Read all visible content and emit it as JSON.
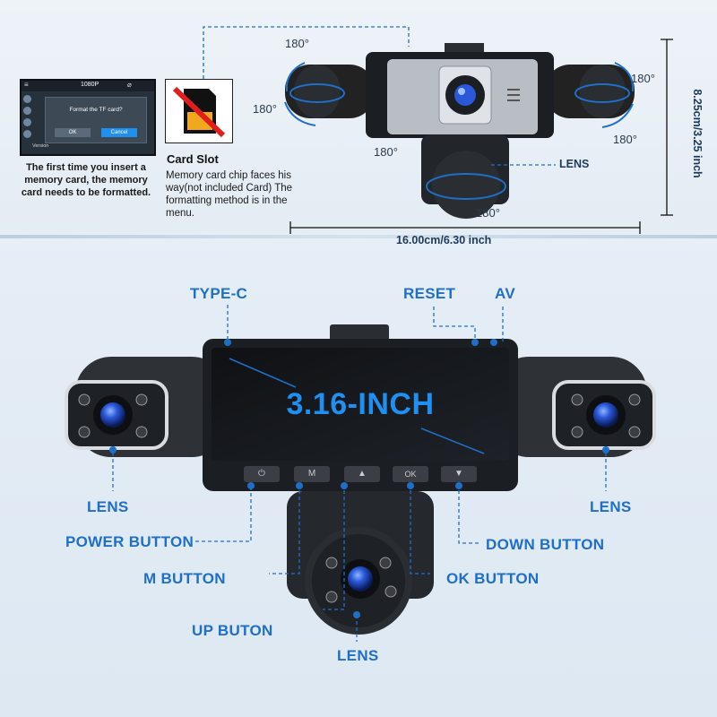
{
  "screen_demo": {
    "resolution": "1080P",
    "dialog_text": "Format the TF card?",
    "ok": "OK",
    "cancel": "Cancel",
    "version": "Version"
  },
  "format_note": "The first time you insert a memory card, the memory card needs to be formatted.",
  "card_slot": {
    "title": "Card Slot",
    "desc": "Memory card chip faces his way(not included Card) The formatting method is in the menu."
  },
  "rotation_labels": [
    "180°",
    "180°",
    "180°",
    "180°",
    "180°",
    "180°"
  ],
  "top_lens_label": "LENS",
  "dimensions": {
    "width": "16.00cm/6.30 inch",
    "height": "8.25cm/3.25 inch"
  },
  "labels": {
    "type_c": "TYPE-C",
    "reset": "RESET",
    "av": "AV",
    "screen": "3.16-INCH",
    "lens_left": "LENS",
    "lens_right": "LENS",
    "lens_bottom": "LENS",
    "power": "POWER BUTTON",
    "m": "M BUTTON",
    "up": "UP BUTON",
    "ok": "OK BUTTON",
    "down": "DOWN BUTTON"
  },
  "button_glyphs": [
    "⏻",
    "M",
    "▲",
    "OK",
    "▼"
  ],
  "colors": {
    "accent": "#1f6fc9",
    "body": "#1b1e22",
    "lens": "#2b57d8"
  }
}
